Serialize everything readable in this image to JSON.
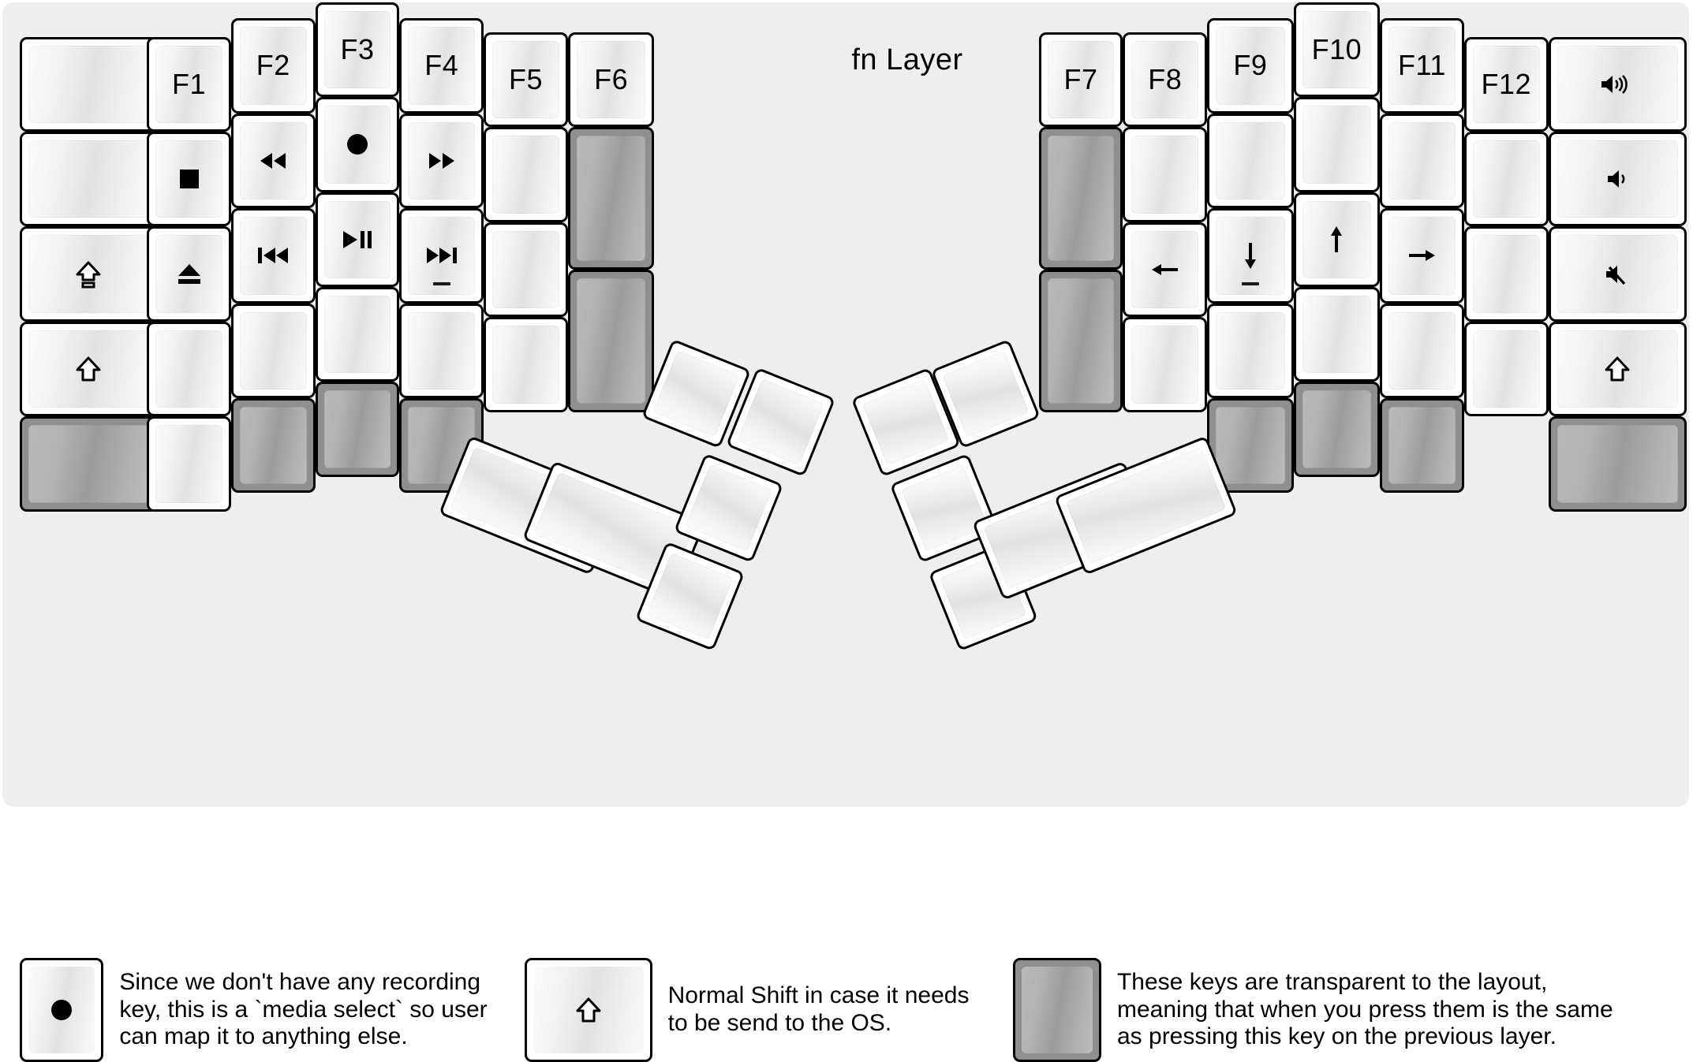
{
  "title": "fn Layer",
  "colors": {
    "panel_bg": "#eeeeee",
    "key_border": "#000000",
    "key_face": "#efefef",
    "transparent_key": "#8f8f8f",
    "glyph": "#000000"
  },
  "left_half": {
    "columns": [
      {
        "name": "col-outer",
        "keys": [
          {
            "label": "",
            "icon": "blank",
            "style": "normal"
          },
          {
            "label": "",
            "icon": "blank",
            "style": "normal"
          },
          {
            "label": "",
            "icon": "caps-lock-icon",
            "style": "normal"
          },
          {
            "label": "",
            "icon": "shift-icon",
            "style": "normal"
          },
          {
            "label": "",
            "icon": "blank",
            "style": "transparent"
          }
        ]
      },
      {
        "name": "col-1",
        "keys": [
          {
            "label": "F1",
            "icon": "none",
            "style": "normal"
          },
          {
            "label": "",
            "icon": "media-stop-icon",
            "style": "normal"
          },
          {
            "label": "",
            "icon": "media-eject-icon",
            "style": "normal"
          },
          {
            "label": "",
            "icon": "blank",
            "style": "normal"
          },
          {
            "label": "",
            "icon": "blank",
            "style": "normal"
          }
        ]
      },
      {
        "name": "col-2",
        "keys": [
          {
            "label": "F2",
            "icon": "none",
            "style": "normal"
          },
          {
            "label": "",
            "icon": "media-rewind-icon",
            "style": "normal"
          },
          {
            "label": "",
            "icon": "media-prev-track-icon",
            "style": "normal"
          },
          {
            "label": "",
            "icon": "blank",
            "style": "normal"
          },
          {
            "label": "",
            "icon": "blank",
            "style": "transparent"
          }
        ]
      },
      {
        "name": "col-3",
        "keys": [
          {
            "label": "F3",
            "icon": "none",
            "style": "normal"
          },
          {
            "label": "",
            "icon": "media-record-icon",
            "style": "normal"
          },
          {
            "label": "",
            "icon": "media-play-pause-icon",
            "style": "normal"
          },
          {
            "label": "",
            "icon": "blank",
            "style": "normal"
          },
          {
            "label": "",
            "icon": "blank",
            "style": "transparent"
          }
        ]
      },
      {
        "name": "col-4",
        "keys": [
          {
            "label": "F4",
            "icon": "none",
            "style": "normal"
          },
          {
            "label": "",
            "icon": "media-fast-forward-icon",
            "style": "normal"
          },
          {
            "label": "",
            "icon": "media-next-track-icon",
            "style": "normal",
            "homing": true
          },
          {
            "label": "",
            "icon": "blank",
            "style": "normal"
          },
          {
            "label": "",
            "icon": "blank",
            "style": "transparent"
          }
        ]
      },
      {
        "name": "col-5",
        "keys": [
          {
            "label": "F5",
            "icon": "none",
            "style": "normal"
          },
          {
            "label": "",
            "icon": "blank",
            "style": "normal"
          },
          {
            "label": "",
            "icon": "blank",
            "style": "normal"
          },
          {
            "label": "",
            "icon": "blank",
            "style": "normal"
          }
        ]
      },
      {
        "name": "col-6",
        "keys": [
          {
            "label": "F6",
            "icon": "none",
            "style": "normal"
          },
          {
            "label": "",
            "icon": "blank",
            "style": "transparent",
            "tall": true
          },
          {
            "label": "",
            "icon": "blank",
            "style": "transparent",
            "tall": true
          }
        ]
      }
    ],
    "thumb_cluster": [
      {
        "name": "thumb-big-1",
        "icon": "blank",
        "style": "normal"
      },
      {
        "name": "thumb-big-2",
        "icon": "blank",
        "style": "normal"
      },
      {
        "name": "thumb-small-1",
        "icon": "blank",
        "style": "normal"
      },
      {
        "name": "thumb-small-2",
        "icon": "blank",
        "style": "normal"
      },
      {
        "name": "thumb-small-3",
        "icon": "blank",
        "style": "normal"
      },
      {
        "name": "thumb-small-4",
        "icon": "blank",
        "style": "normal"
      }
    ]
  },
  "right_half": {
    "columns": [
      {
        "name": "col-7",
        "keys": [
          {
            "label": "F7",
            "icon": "none",
            "style": "normal"
          },
          {
            "label": "",
            "icon": "blank",
            "style": "transparent",
            "tall": true
          },
          {
            "label": "",
            "icon": "blank",
            "style": "transparent",
            "tall": true
          }
        ]
      },
      {
        "name": "col-8",
        "keys": [
          {
            "label": "F8",
            "icon": "none",
            "style": "normal"
          },
          {
            "label": "",
            "icon": "blank",
            "style": "normal"
          },
          {
            "label": "",
            "icon": "arrow-left-icon",
            "style": "normal"
          },
          {
            "label": "",
            "icon": "blank",
            "style": "normal"
          }
        ]
      },
      {
        "name": "col-9",
        "keys": [
          {
            "label": "F9",
            "icon": "none",
            "style": "normal"
          },
          {
            "label": "",
            "icon": "blank",
            "style": "normal"
          },
          {
            "label": "",
            "icon": "arrow-down-icon",
            "style": "normal",
            "homing": true
          },
          {
            "label": "",
            "icon": "blank",
            "style": "normal"
          },
          {
            "label": "",
            "icon": "blank",
            "style": "transparent"
          }
        ]
      },
      {
        "name": "col-10",
        "keys": [
          {
            "label": "F10",
            "icon": "none",
            "style": "normal"
          },
          {
            "label": "",
            "icon": "blank",
            "style": "normal"
          },
          {
            "label": "",
            "icon": "arrow-up-icon",
            "style": "normal"
          },
          {
            "label": "",
            "icon": "blank",
            "style": "normal"
          },
          {
            "label": "",
            "icon": "blank",
            "style": "transparent"
          }
        ]
      },
      {
        "name": "col-11",
        "keys": [
          {
            "label": "F11",
            "icon": "none",
            "style": "normal"
          },
          {
            "label": "",
            "icon": "blank",
            "style": "normal"
          },
          {
            "label": "",
            "icon": "arrow-right-icon",
            "style": "normal"
          },
          {
            "label": "",
            "icon": "blank",
            "style": "normal"
          },
          {
            "label": "",
            "icon": "blank",
            "style": "transparent"
          }
        ]
      },
      {
        "name": "col-12",
        "keys": [
          {
            "label": "F12",
            "icon": "none",
            "style": "normal"
          },
          {
            "label": "",
            "icon": "blank",
            "style": "normal"
          },
          {
            "label": "",
            "icon": "blank",
            "style": "normal"
          },
          {
            "label": "",
            "icon": "blank",
            "style": "normal"
          }
        ]
      },
      {
        "name": "col-outer-right",
        "keys": [
          {
            "label": "",
            "icon": "volume-up-icon",
            "style": "normal"
          },
          {
            "label": "",
            "icon": "volume-down-icon",
            "style": "normal"
          },
          {
            "label": "",
            "icon": "volume-mute-icon",
            "style": "normal"
          },
          {
            "label": "",
            "icon": "shift-icon",
            "style": "normal"
          },
          {
            "label": "",
            "icon": "blank",
            "style": "transparent"
          }
        ]
      }
    ],
    "thumb_cluster": [
      {
        "name": "thumb-small-1",
        "icon": "blank",
        "style": "normal"
      },
      {
        "name": "thumb-small-2",
        "icon": "blank",
        "style": "normal"
      },
      {
        "name": "thumb-small-3",
        "icon": "blank",
        "style": "normal"
      },
      {
        "name": "thumb-small-4",
        "icon": "blank",
        "style": "normal"
      },
      {
        "name": "thumb-big-1",
        "icon": "blank",
        "style": "normal"
      },
      {
        "name": "thumb-big-2",
        "icon": "blank",
        "style": "normal"
      }
    ]
  },
  "legends": [
    {
      "key_icon": "media-record-icon",
      "key_style": "normal",
      "text": "Since we don't have any recording\nkey, this is a `media select` so user\ncan map it to anything else."
    },
    {
      "key_icon": "shift-icon",
      "key_style": "normal",
      "text": "Normal Shift in case it needs\nto be send to the OS."
    },
    {
      "key_icon": "blank",
      "key_style": "transparent",
      "text": "These keys are transparent to the layout,\nmeaning that when you press them is the same\nas pressing this key on the previous layer."
    }
  ]
}
